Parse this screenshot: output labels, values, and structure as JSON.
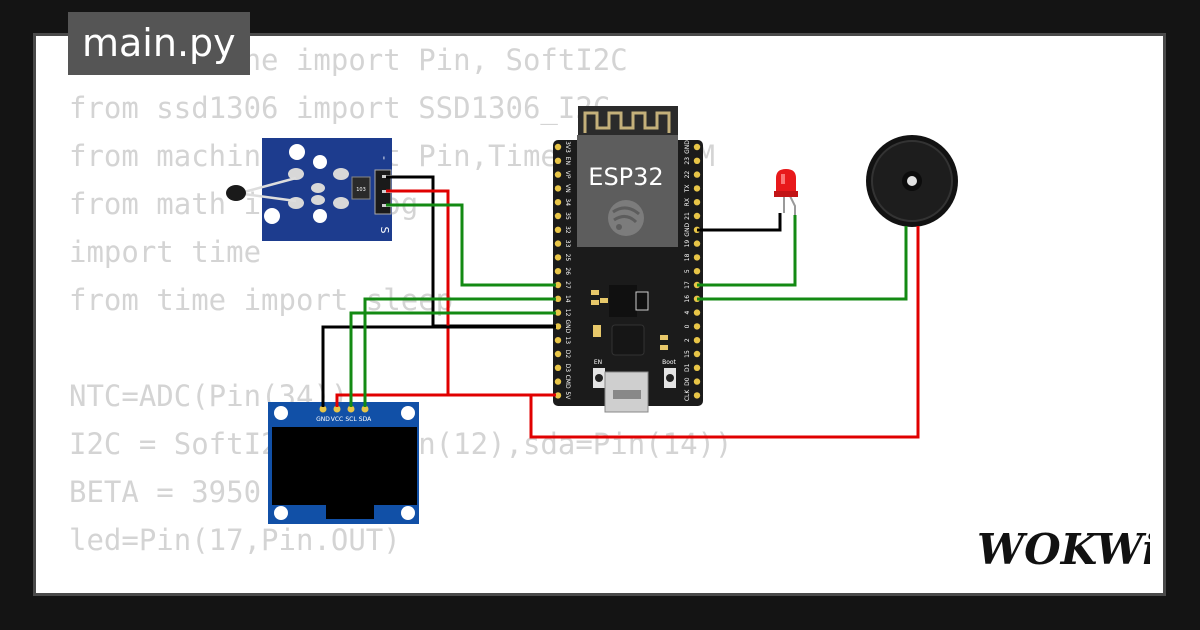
{
  "file_tab": {
    "label": "main.py"
  },
  "code_lines": [
    "from machine import Pin, SoftI2C",
    "from ssd1306 import SSD1306_I2C",
    "from machine import Pin,Timer,ADC,PWM",
    "from math import log",
    "import time",
    "from time import sleep",
    "",
    "NTC=ADC(Pin(34))",
    "I2C = SoftI2C(scl=Pin(12),sda=Pin(14))",
    "BETA = 3950",
    "led=Pin(17,Pin.OUT)"
  ],
  "board": {
    "label": "ESP32",
    "en_label": "EN",
    "boot_label": "Boot"
  },
  "ntc_module": {
    "minus_label": "-",
    "s_label": "S",
    "resistor_label": "103"
  },
  "oled": {
    "pins": [
      "GND",
      "VCC",
      "SCL",
      "SDA"
    ]
  },
  "esp_left_pins": [
    "3V3",
    "EN",
    "VP",
    "VN",
    "34",
    "35",
    "32",
    "33",
    "25",
    "26",
    "27",
    "14",
    "12",
    "GND",
    "13",
    "D2",
    "D3",
    "CMD",
    "5V"
  ],
  "esp_right_pins": [
    "GND",
    "23",
    "22",
    "TX",
    "RX",
    "21",
    "GND",
    "19",
    "18",
    "5",
    "17",
    "16",
    "4",
    "0",
    "2",
    "15",
    "D1",
    "D0",
    "CLK"
  ],
  "brand": {
    "logo_text": "WOKWi"
  },
  "colors": {
    "wire_red": "#e00000",
    "wire_green": "#138a13",
    "wire_black": "#000000",
    "led": "#e8191b",
    "board": "#1b1b1b",
    "ntc_board": "#1d3c8e",
    "oled_board": "#1150a7"
  }
}
